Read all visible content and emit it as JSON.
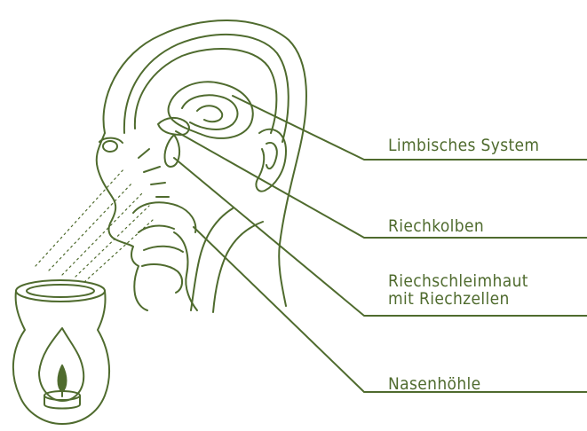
{
  "diagram": {
    "labels": {
      "limbic_system": "Limbisches System",
      "olfactory_bulb": "Riechkolben",
      "olfactory_mucosa_line1": "Riechschleimhaut",
      "olfactory_mucosa_line2": "mit Riechzellen",
      "nasal_cavity": "Nasenhöhle"
    },
    "colors": {
      "ink": "#4f6b2e",
      "background": "#ffffff"
    },
    "illustration": {
      "subject": "head-cross-section-icon",
      "object": "aroma-lamp-icon"
    }
  }
}
